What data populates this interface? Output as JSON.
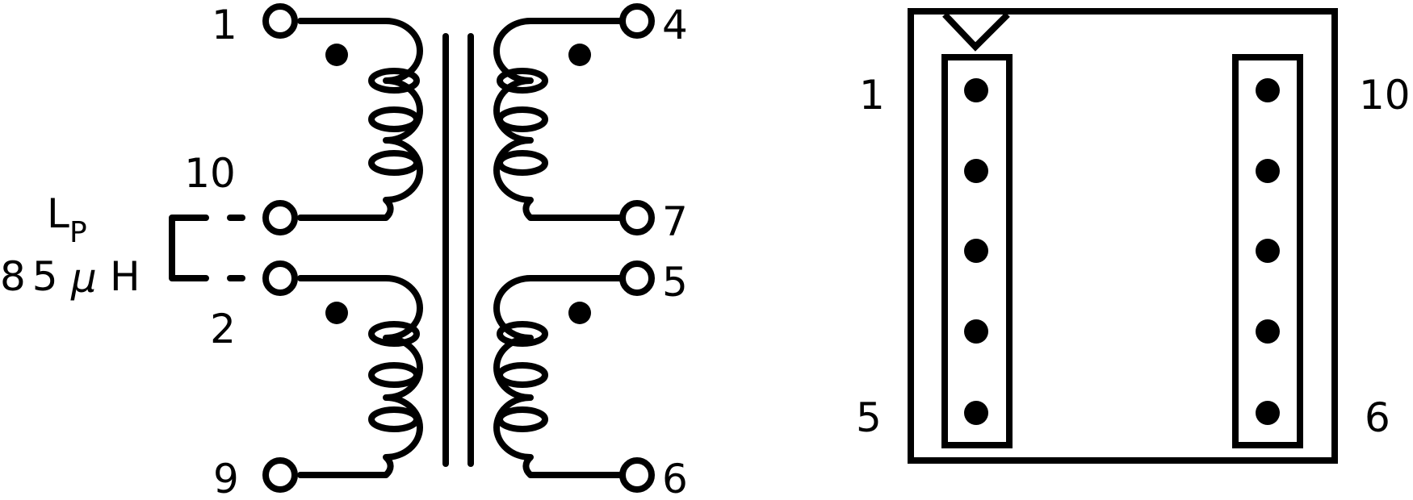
{
  "schematic": {
    "pins": {
      "p1": "1",
      "p4": "4",
      "p10": "10",
      "p7": "7",
      "p2": "2",
      "p5": "5",
      "p9": "9",
      "p6": "6"
    },
    "inductance": {
      "symbol": "L",
      "subscript": "P",
      "value": "85",
      "unit_prefix": "μ",
      "unit": "H"
    }
  },
  "package": {
    "pins": {
      "tl": "1",
      "tr": "10",
      "bl": "5",
      "br": "6"
    }
  }
}
